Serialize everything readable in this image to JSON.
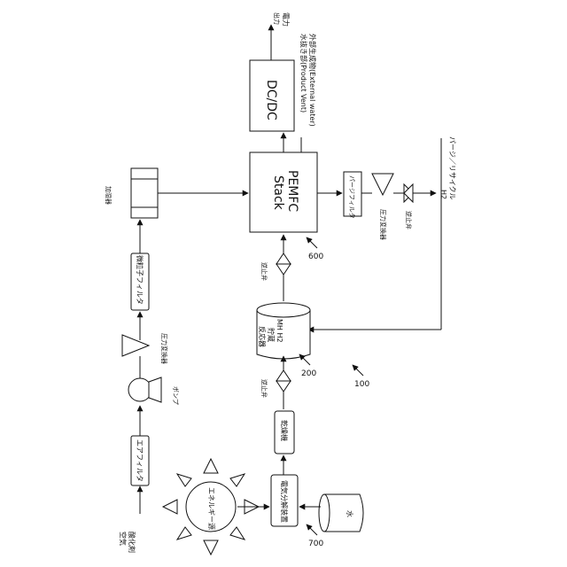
{
  "labels": {
    "air_source": "酸化剤",
    "air_source_2": "空気",
    "air_filter": "エアフィルタ",
    "pump": "ポンプ",
    "pressure_transducer_1": "圧力変換器",
    "particle_filter": "微粒子フィルタ",
    "humidifier": "加湿器",
    "pemfc_line1": "PEMFC",
    "pemfc_line2": "Stack",
    "dcdc": "DC/DC",
    "power_output_1": "電力",
    "power_output_2": "出力",
    "external_water": "外部生成物(External water)",
    "product_vent": "水抜き部(Product Vent)",
    "purge_filter": "パージフィルタ",
    "pressure_transducer_2": "圧力変換器",
    "check_valve_purge": "逆止弁",
    "h2_purge_1": "H2",
    "h2_purge_2": "パージ／リサイクル",
    "check_valve_upper": "逆止弁",
    "mh_storage_1": "MH H2",
    "mh_storage_2": "貯蔵",
    "mh_storage_3": "反応器",
    "check_valve_lower": "逆止弁",
    "dryer": "乾燥機",
    "electrolyzer": "電気分解装置",
    "energy_source": "エネルギー源",
    "water_tank_symbol": "水",
    "ref_100": "100",
    "ref_200": "200",
    "ref_600": "600",
    "ref_700": "700"
  }
}
